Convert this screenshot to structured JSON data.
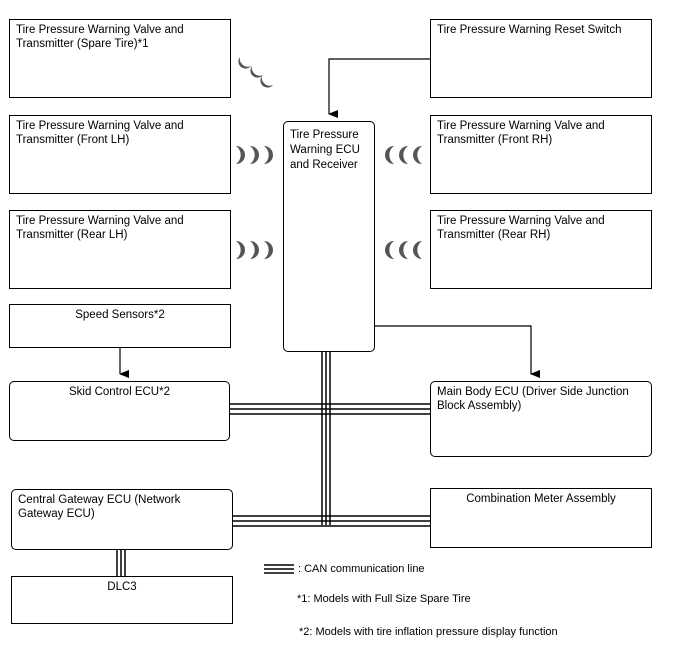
{
  "boxes": {
    "spare_tire": "Tire Pressure Warning Valve and Transmitter (Spare Tire)*1",
    "reset_switch": "Tire Pressure Warning Reset Switch",
    "front_lh": "Tire Pressure Warning Valve and Transmitter (Front LH)",
    "front_rh": "Tire Pressure Warning Valve and Transmitter (Front RH)",
    "rear_lh": "Tire Pressure Warning Valve and Transmitter (Rear LH)",
    "rear_rh": "Tire Pressure Warning Valve and Transmitter (Rear RH)",
    "tpms_ecu": "Tire Pressure Warning ECU and Receiver",
    "speed_sensors": "Speed Sensors*2",
    "skid_control": "Skid Control ECU*2",
    "main_body": "Main Body ECU (Driver Side Junction Block Assembly)",
    "central_gateway": "Central Gateway ECU (Network Gateway ECU)",
    "combination_meter": "Combination Meter Assembly",
    "dlc3": "DLC3"
  },
  "legend": {
    "can_line": ": CAN communication line",
    "note1": "*1: Models with Full Size Spare Tire",
    "note2": "*2: Models with tire inflation pressure display function"
  },
  "colors": {
    "line": "#000000",
    "wave": "#444444"
  }
}
